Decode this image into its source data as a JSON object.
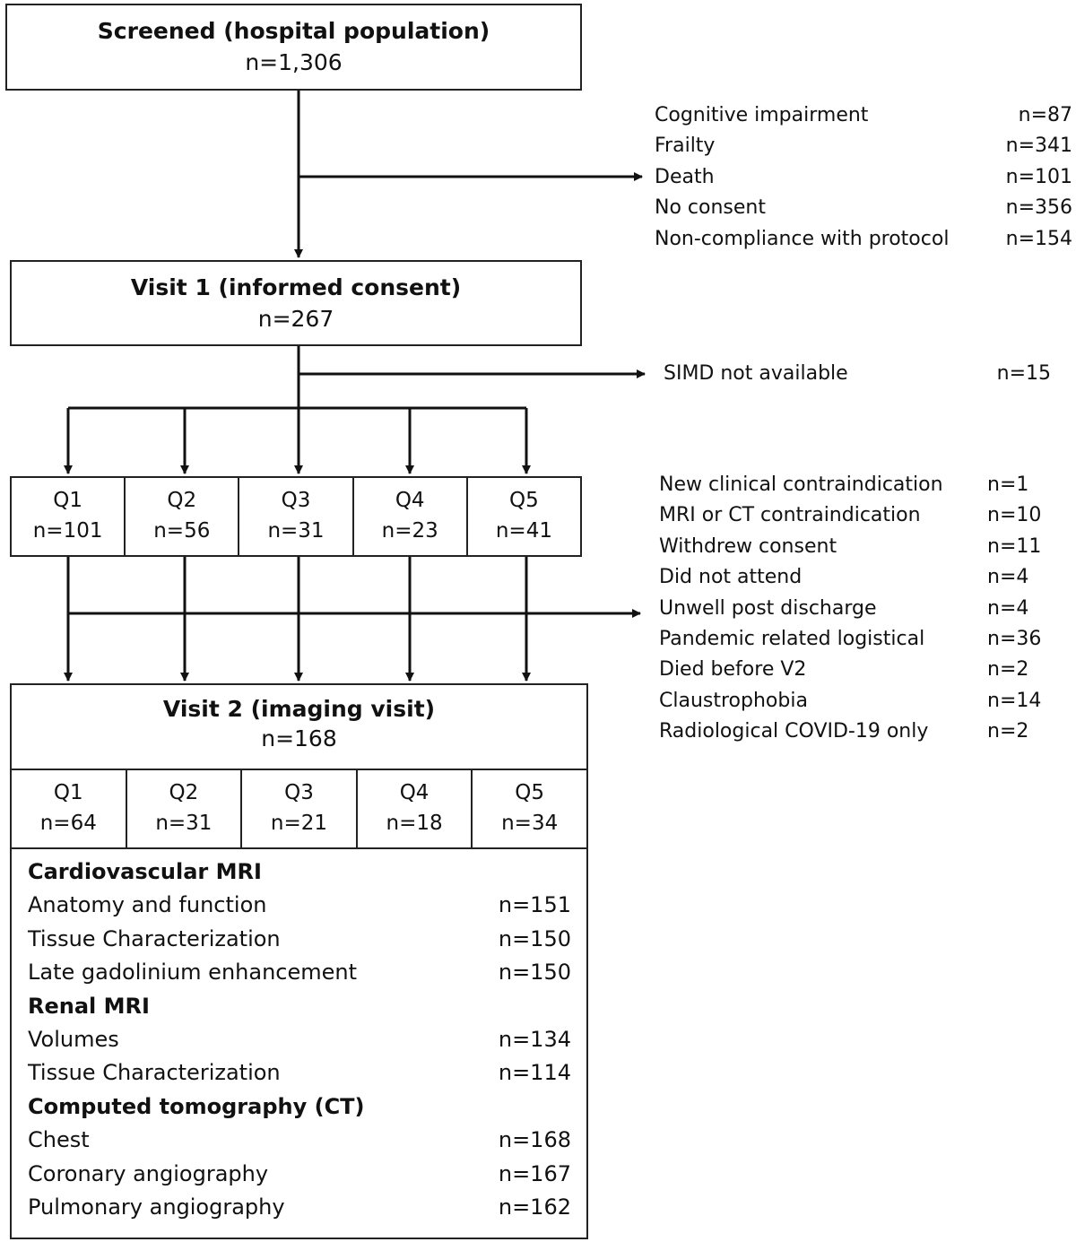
{
  "screened": {
    "title": "Screened (hospital population)",
    "n": "n=1,306"
  },
  "exclusions_1": [
    {
      "label": "Cognitive impairment",
      "n": "n=87"
    },
    {
      "label": "Frailty",
      "n": "n=341"
    },
    {
      "label": "Death",
      "n": "n=101"
    },
    {
      "label": "No consent",
      "n": "n=356"
    },
    {
      "label": "Non-compliance with protocol",
      "n": "n=154"
    }
  ],
  "visit1": {
    "title": "Visit 1 (informed consent)",
    "n": "n=267"
  },
  "exclusion_simd": {
    "label": "SIMD not available",
    "n": "n=15"
  },
  "quintiles_v1": [
    {
      "label": "Q1",
      "n": "n=101"
    },
    {
      "label": "Q2",
      "n": "n=56"
    },
    {
      "label": "Q3",
      "n": "n=31"
    },
    {
      "label": "Q4",
      "n": "n=23"
    },
    {
      "label": "Q5",
      "n": "n=41"
    }
  ],
  "exclusions_2": [
    {
      "label": "New clinical contraindication",
      "n": "n=1"
    },
    {
      "label": "MRI or CT contraindication",
      "n": "n=10"
    },
    {
      "label": "Withdrew consent",
      "n": "n=11"
    },
    {
      "label": "Did not attend",
      "n": "n=4"
    },
    {
      "label": "Unwell post discharge",
      "n": "n=4"
    },
    {
      "label": "Pandemic related logistical",
      "n": "n=36"
    },
    {
      "label": "Died before V2",
      "n": "n=2"
    },
    {
      "label": "Claustrophobia",
      "n": "n=14"
    },
    {
      "label": "Radiological COVID-19 only",
      "n": "n=2"
    }
  ],
  "visit2": {
    "title": "Visit 2 (imaging visit)",
    "n": "n=168"
  },
  "quintiles_v2": [
    {
      "label": "Q1",
      "n": "n=64"
    },
    {
      "label": "Q2",
      "n": "n=31"
    },
    {
      "label": "Q3",
      "n": "n=21"
    },
    {
      "label": "Q4",
      "n": "n=18"
    },
    {
      "label": "Q5",
      "n": "n=34"
    }
  ],
  "imaging": {
    "cmr": {
      "heading": "Cardiovascular MRI",
      "items": [
        {
          "label": "Anatomy and function",
          "n": "n=151"
        },
        {
          "label": "Tissue Characterization",
          "n": "n=150"
        },
        {
          "label": "Late gadolinium enhancement",
          "n": "n=150"
        }
      ]
    },
    "renal": {
      "heading": "Renal MRI",
      "items": [
        {
          "label": "Volumes",
          "n": "n=134"
        },
        {
          "label": "Tissue Characterization",
          "n": "n=114"
        }
      ]
    },
    "ct": {
      "heading": "Computed tomography (CT)",
      "items": [
        {
          "label": "Chest",
          "n": "n=168"
        },
        {
          "label": "Coronary angiography",
          "n": "n=167"
        },
        {
          "label": "Pulmonary angiography",
          "n": "n=162"
        }
      ]
    }
  }
}
